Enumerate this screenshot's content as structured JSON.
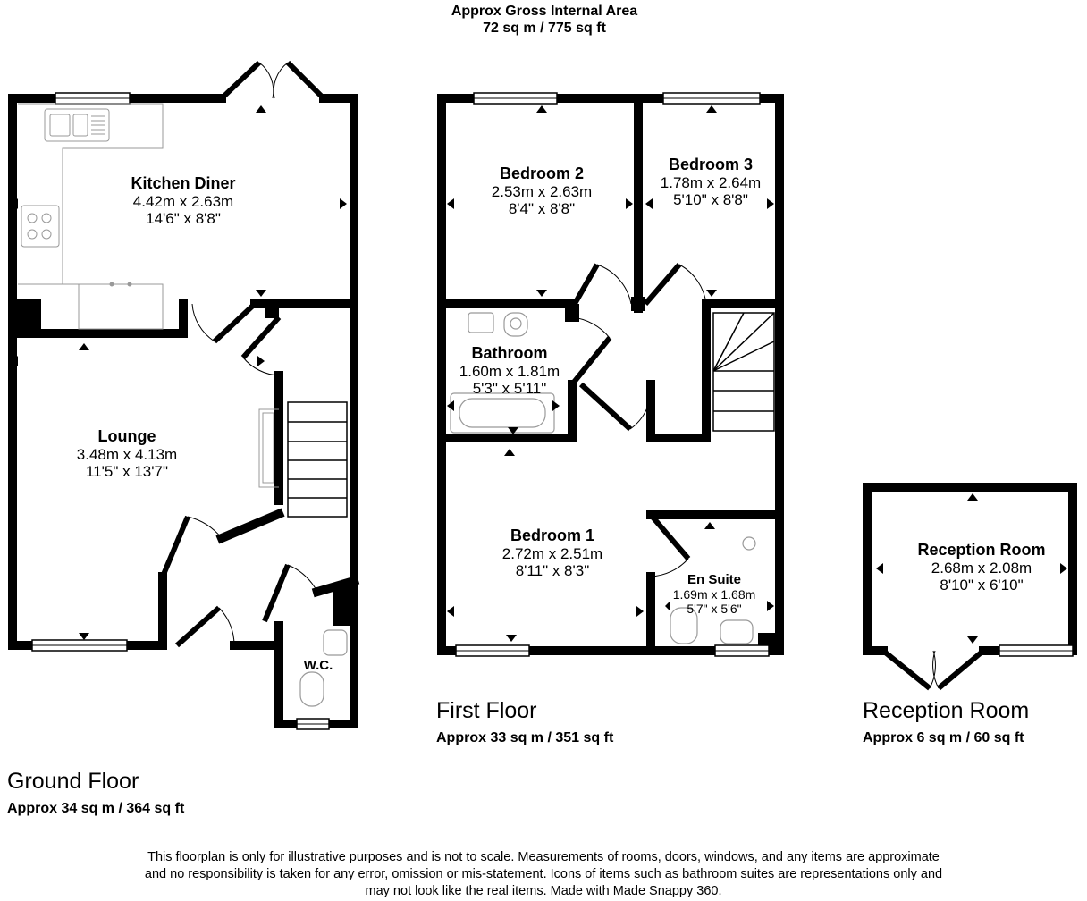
{
  "header": {
    "title": "Approx Gross Internal Area",
    "area": "72 sq m / 775 sq ft"
  },
  "floors": {
    "ground": {
      "name": "Ground Floor",
      "area": "Approx 34 sq m / 364 sq ft"
    },
    "first": {
      "name": "First Floor",
      "area": "Approx 33 sq m / 351 sq ft"
    },
    "reception": {
      "name": "Reception Room",
      "area": "Approx 6 sq m / 60 sq ft"
    }
  },
  "rooms": {
    "kitchen": {
      "name": "Kitchen Diner",
      "metric": "4.42m x 2.63m",
      "imperial": "14'6\" x 8'8\""
    },
    "lounge": {
      "name": "Lounge",
      "metric": "3.48m x 4.13m",
      "imperial": "11'5\" x 13'7\""
    },
    "wc": {
      "name": "W.C."
    },
    "bedroom2": {
      "name": "Bedroom 2",
      "metric": "2.53m x 2.63m",
      "imperial": "8'4\" x 8'8\""
    },
    "bedroom3": {
      "name": "Bedroom 3",
      "metric": "1.78m x 2.64m",
      "imperial": "5'10\" x 8'8\""
    },
    "bathroom": {
      "name": "Bathroom",
      "metric": "1.60m x 1.81m",
      "imperial": "5'3\" x 5'11\""
    },
    "bedroom1": {
      "name": "Bedroom 1",
      "metric": "2.72m x 2.51m",
      "imperial": "8'11\" x 8'3\""
    },
    "ensuite": {
      "name": "En Suite",
      "metric": "1.69m x 1.68m",
      "imperial": "5'7\" x 5'6\""
    },
    "reception": {
      "name": "Reception Room",
      "metric": "2.68m x 2.08m",
      "imperial": "8'10\" x 6'10\""
    }
  },
  "disclaimer": {
    "line1": "This floorplan is only for illustrative purposes and is not to scale. Measurements of rooms, doors, windows, and any items are approximate",
    "line2": "and no responsibility is taken for any error, omission or mis-statement. Icons of items such as bathroom suites are representations only and",
    "line3": "may not look like the real items. Made with Made Snappy 360."
  }
}
